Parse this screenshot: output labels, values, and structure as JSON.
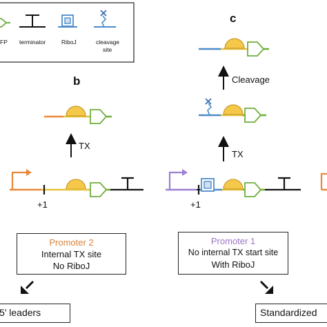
{
  "legend": {
    "items": [
      {
        "label": "FP",
        "icon": "gfp-arrow-icon"
      },
      {
        "label": "terminator",
        "icon": "terminator-icon"
      },
      {
        "label": "RiboJ",
        "icon": "riboj-icon"
      },
      {
        "label": "cleavage site",
        "icon": "cleavage-site-icon"
      }
    ]
  },
  "panels": {
    "b": {
      "letter": "b",
      "tx_label": "TX",
      "plus_one": "+1"
    },
    "c": {
      "letter": "c",
      "tx_label": "TX",
      "cleavage_label": "Cleavage",
      "plus_one": "+1"
    }
  },
  "boxes": {
    "promoter2": {
      "title": "Promoter 2",
      "title_color": "#d9813b",
      "line1": "Internal TX site",
      "line2": "No RiboJ"
    },
    "promoter1": {
      "title": "Promoter 1",
      "title_color": "#9b74c4",
      "line1": "No internal TX start site",
      "line2": "With RiboJ"
    }
  },
  "outcomes": {
    "left": "5’ leaders",
    "right": "Standardized"
  },
  "colors": {
    "orange": "#e8883a",
    "purple": "#9b7fd0",
    "yellow": "#e6c23a",
    "rbs": "#f5c84a",
    "green": "#6fae3b",
    "blue": "#4a8cc9",
    "black": "#111111"
  }
}
